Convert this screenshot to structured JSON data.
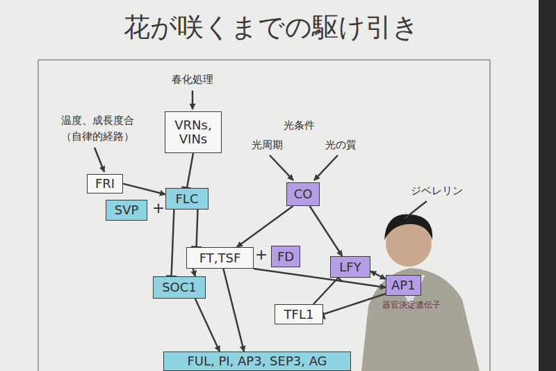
{
  "diagram": {
    "title": "花が咲くまでの駆け引き",
    "nodes": [
      {
        "text": [
          "VRNs, VINs"
        ]
      },
      {
        "text": [
          "FRI"
        ]
      },
      {
        "text": [
          "FLC"
        ]
      },
      {
        "text": [
          "SVP"
        ]
      },
      {
        "text": [
          "CO"
        ]
      },
      {
        "text": [
          "FT,TSF"
        ]
      },
      {
        "text": [
          "FD"
        ]
      },
      {
        "text": [
          "LFY"
        ]
      },
      {
        "text": [
          "SOC1"
        ]
      },
      {
        "text": [
          "TFL1"
        ]
      },
      {
        "text": [
          "AP1"
        ]
      },
      {
        "text": [
          "FUL, PI, AP3, SEP3, AG"
        ]
      }
    ],
    "edges": [
      {
        "from": 0,
        "to": 2,
        "arrow": "to"
      },
      {
        "from": 1,
        "to": 2,
        "arrow": "to"
      },
      {
        "from": 2,
        "to": 8,
        "arrow": "to"
      },
      {
        "from": 2,
        "to": 5,
        "arrow": "to"
      },
      {
        "from": 4,
        "to": 5,
        "arrow": "to"
      },
      {
        "from": 4,
        "to": 7,
        "arrow": "to"
      },
      {
        "from": 5,
        "to": 8,
        "arrow": "to"
      },
      {
        "from": 5,
        "to": 11,
        "arrow": "to"
      },
      {
        "from": 8,
        "to": 11,
        "arrow": "to"
      },
      {
        "from": 5,
        "to": 10,
        "arrow": "to"
      },
      {
        "from": 9,
        "to": 7,
        "arrow": "to"
      },
      {
        "from": 10,
        "to": 9,
        "arrow": "to"
      },
      {
        "from": 7,
        "to": 10,
        "arrow": "both"
      }
    ],
    "labels": [
      "春化処理",
      "温度、成長度合",
      "（自律的経路）",
      "光条件",
      "光周期",
      "光の質",
      "ジベレリン",
      "+",
      "+",
      "器官決定遺伝子"
    ]
  }
}
